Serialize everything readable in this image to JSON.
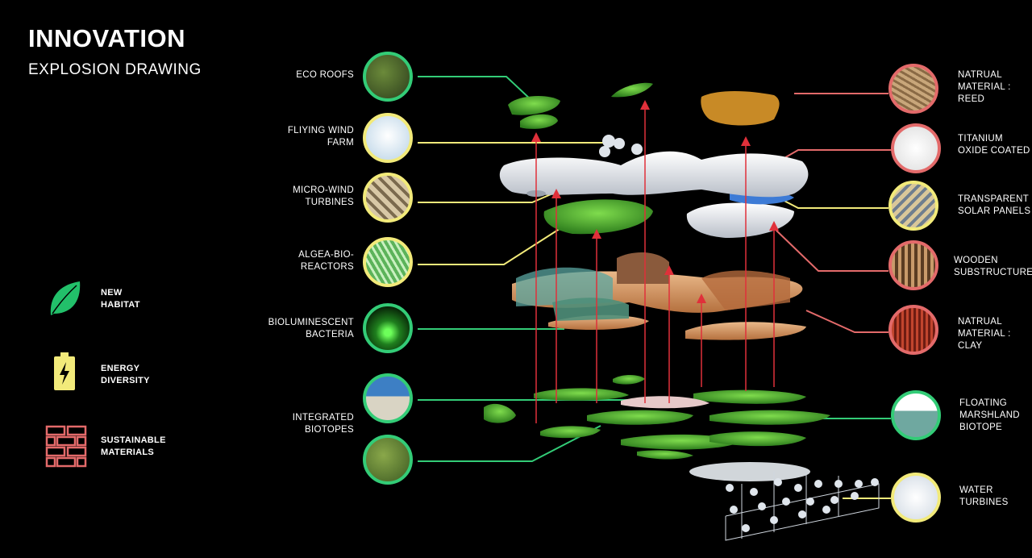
{
  "header": {
    "title": "INNOVATION",
    "subtitle": "EXPLOSION DRAWING"
  },
  "legend": [
    {
      "line1": "NEW",
      "line2": "HABITAT",
      "icon": "leaf-icon",
      "color": "#22c06a"
    },
    {
      "line1": "ENERGY",
      "line2": "DIVERSITY",
      "icon": "battery-icon",
      "color": "#f2ea7a"
    },
    {
      "line1": "SUSTAINABLE",
      "line2": "MATERIALS",
      "icon": "brick-wall-icon",
      "color": "#e36a6a"
    }
  ],
  "left_labels": [
    {
      "lines": [
        "ECO ROOFS"
      ],
      "category": "green"
    },
    {
      "lines": [
        "FLIYING WIND",
        "FARM"
      ],
      "category": "yellow"
    },
    {
      "lines": [
        "MICRO-WIND",
        "TURBINES"
      ],
      "category": "yellow"
    },
    {
      "lines": [
        "ALGEA-BIO-",
        "REACTORS"
      ],
      "category": "yellow"
    },
    {
      "lines": [
        "BIOLUMINESCENT",
        "BACTERIA"
      ],
      "category": "green"
    },
    {
      "lines": [
        "INTEGRATED",
        "BIOTOPES"
      ],
      "category": "green"
    }
  ],
  "right_labels": [
    {
      "lines": [
        "NATRUAL",
        "MATERIAL :",
        "REED"
      ],
      "category": "red"
    },
    {
      "lines": [
        "TITANIUM",
        "OXIDE COATED"
      ],
      "category": "red"
    },
    {
      "lines": [
        "TRANSPARENT",
        "SOLAR PANELS"
      ],
      "category": "yellow"
    },
    {
      "lines": [
        "WOODEN",
        "SUBSTRUCTURE"
      ],
      "category": "red"
    },
    {
      "lines": [
        "NATRUAL",
        "MATERIAL :",
        "CLAY"
      ],
      "category": "red"
    },
    {
      "lines": [
        "FLOATING",
        "MARSHLAND",
        "BIOTOPE"
      ],
      "category": "green"
    },
    {
      "lines": [
        "WATER",
        "TURBINES"
      ],
      "category": "yellow"
    }
  ],
  "colors": {
    "green": "#33cc77",
    "yellow": "#f2ea7a",
    "red": "#e36a6a",
    "arrow": "#e0303a"
  }
}
